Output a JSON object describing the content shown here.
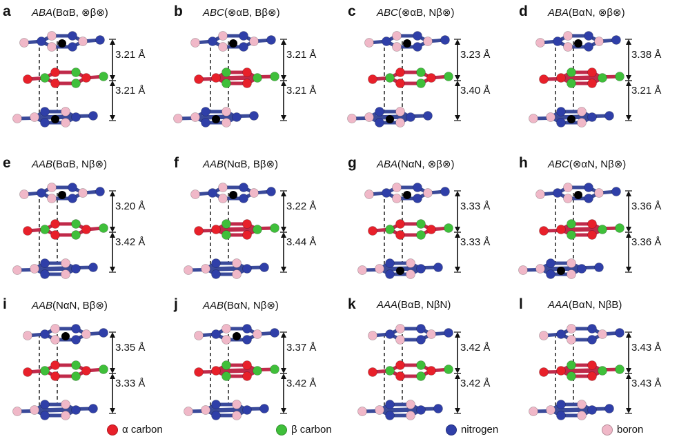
{
  "colors": {
    "alpha_carbon": "#e8202a",
    "beta_carbon": "#3fbf3a",
    "nitrogen": "#2f3fa8",
    "boron": "#f0b8c8",
    "bond": "#3a4a9a"
  },
  "panels": [
    {
      "letter": "a",
      "stack": "ABA",
      "config": "(BαB, ⊗β⊗)",
      "d1": "3.21 Å",
      "d2": "3.21 Å"
    },
    {
      "letter": "b",
      "stack": "ABC",
      "config": "(⊗αB, Bβ⊗)",
      "d1": "3.21 Å",
      "d2": "3.21 Å"
    },
    {
      "letter": "c",
      "stack": "ABC",
      "config": "(⊗αB, Nβ⊗)",
      "d1": "3.23 Å",
      "d2": "3.40 Å"
    },
    {
      "letter": "d",
      "stack": "ABA",
      "config": "(BαN, ⊗β⊗)",
      "d1": "3.38 Å",
      "d2": "3.21 Å"
    },
    {
      "letter": "e",
      "stack": "AAB",
      "config": "(BαB, Nβ⊗)",
      "d1": "3.20 Å",
      "d2": "3.42 Å"
    },
    {
      "letter": "f",
      "stack": "AAB",
      "config": "(NαB, Bβ⊗)",
      "d1": "3.22 Å",
      "d2": "3.44 Å"
    },
    {
      "letter": "g",
      "stack": "ABA",
      "config": "(NαN, ⊗β⊗)",
      "d1": "3.33 Å",
      "d2": "3.33 Å"
    },
    {
      "letter": "h",
      "stack": "ABC",
      "config": "(⊗αN, Nβ⊗)",
      "d1": "3.36 Å",
      "d2": "3.36 Å"
    },
    {
      "letter": "i",
      "stack": "AAB",
      "config": "(NαN, Bβ⊗)",
      "d1": "3.35 Å",
      "d2": "3.33 Å"
    },
    {
      "letter": "j",
      "stack": "AAB",
      "config": "(BαN, Nβ⊗)",
      "d1": "3.37 Å",
      "d2": "3.42 Å"
    },
    {
      "letter": "k",
      "stack": "AAA",
      "config": "(BαB, NβN)",
      "d1": "3.42 Å",
      "d2": "3.42 Å"
    },
    {
      "letter": "l",
      "stack": "AAA",
      "config": "(BαN, NβB)",
      "d1": "3.43 Å",
      "d2": "3.43 Å"
    }
  ],
  "legend": {
    "alpha_carbon": "α carbon",
    "beta_carbon": "β carbon",
    "nitrogen": "nitrogen",
    "boron": "boron"
  }
}
